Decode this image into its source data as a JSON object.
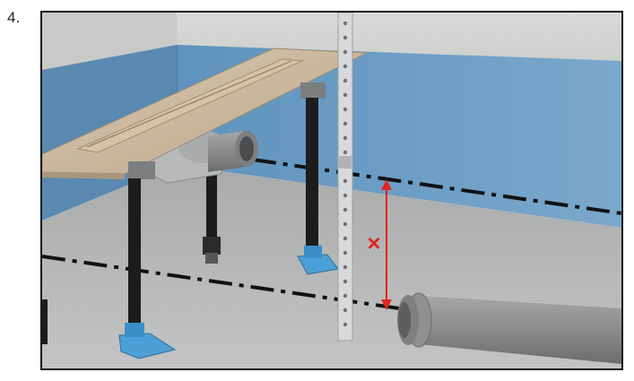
{
  "step": {
    "number": "4."
  },
  "annotation": {
    "marker": "×",
    "marker_color": "#e0261f"
  },
  "colors": {
    "wall_upper": "#d3d4d2",
    "waterproofing": "#6c9dc3",
    "floor": "#b7b8b8",
    "drain_plate": "#c9b8a0",
    "pipe": "#8a8c8c",
    "adjustable_leg": "#1c1c1c",
    "leg_foot": "#4da0d5",
    "dimension_arrow": "#e0261f"
  },
  "icons": [
    "shower-drain-channel",
    "adjustable-leg",
    "drain-pipe",
    "measuring-rail",
    "dimension-arrow"
  ]
}
